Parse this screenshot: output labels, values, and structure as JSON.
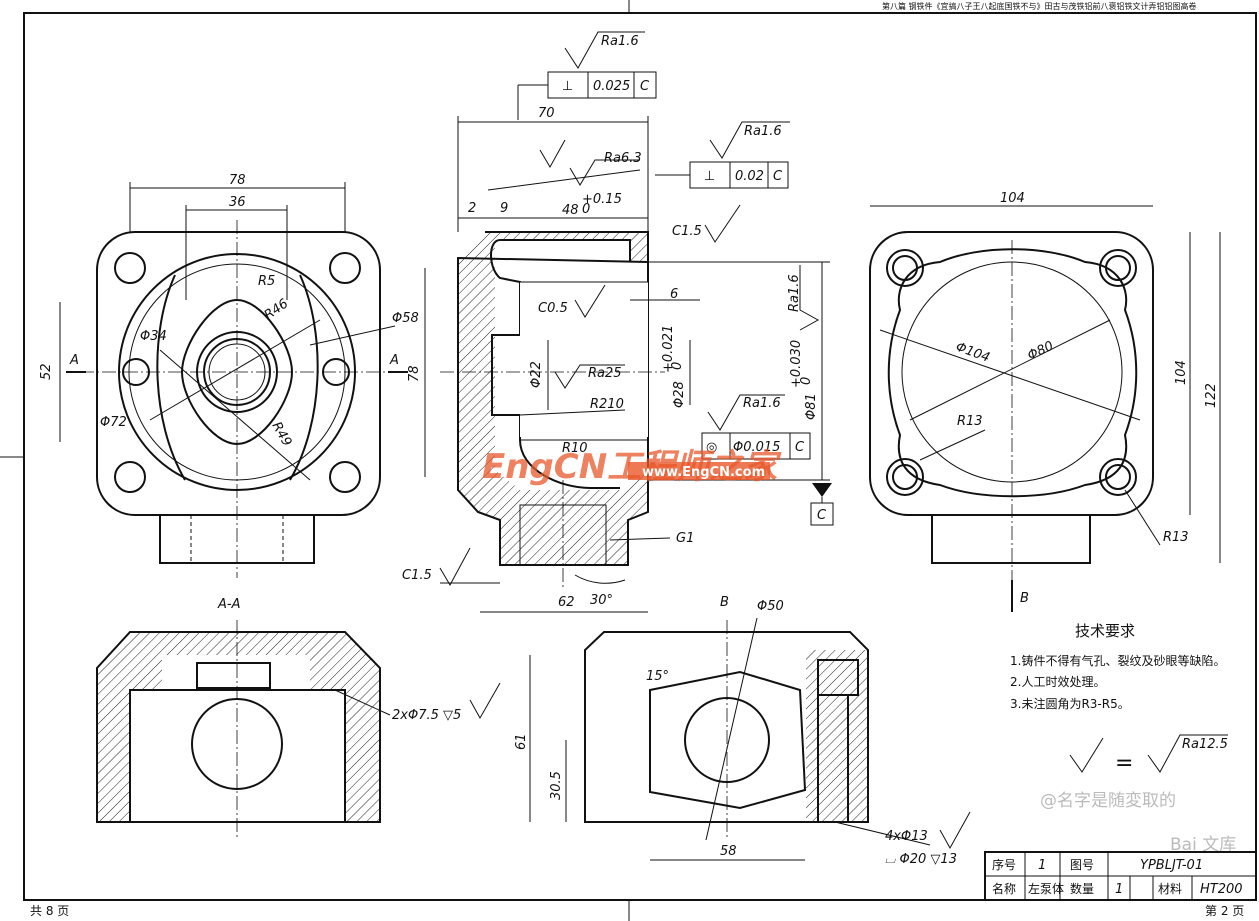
{
  "header_text": "第八篇 钢铁件《宜搞八子王八起底国铁不与》田古与茂铁铝前八褒铝铁文计弄铝铝图高卷",
  "footer": {
    "total_pages": "共 8 页",
    "page": "第 2 页"
  },
  "title_block": {
    "seq_label": "序号",
    "seq_value": "1",
    "drawing_no_label": "图号",
    "drawing_no_value": "YPBLJT-01",
    "name_label": "名称",
    "name_value": "左泵体",
    "qty_label": "数量",
    "qty_value": "1",
    "material_label": "材料",
    "material_value": "HT200"
  },
  "tech_requirements": {
    "title": "技术要求",
    "items": [
      "1.铸件不得有气孔、裂纹及砂眼等缺陷。",
      "2.人工时效处理。",
      "3.未注圆角为R3-R5。"
    ]
  },
  "roughness_note": {
    "equals": "=",
    "value": "Ra12.5"
  },
  "section_labels": {
    "aa": "A-A",
    "a_left": "A",
    "a_right": "A",
    "b_top": "B",
    "b_bottom": "B"
  },
  "front_view_dims": {
    "w78": "78",
    "w36": "36",
    "h52": "52",
    "h78": "78",
    "r5": "R5",
    "r46": "R46",
    "d58": "Φ58",
    "d34": "Φ34",
    "d72": "Φ72",
    "r49": "R49"
  },
  "side_view_dims": {
    "w70": "70",
    "w2": "2",
    "w9": "9",
    "w48": "48",
    "w48_tol_up": "+0.15",
    "w48_tol_low": "0",
    "c15_top": "C1.5",
    "w6": "6",
    "c05": "C0.5",
    "d22": "Φ22",
    "ra25": "Ra25",
    "d28": "Φ28",
    "d28_tol_up": "+0.021",
    "d28_tol_low": "0",
    "r210": "R210",
    "r10": "R10",
    "d81": "Φ81",
    "d81_tol_up": "+0.030",
    "d81_tol_low": "0",
    "ra16_a": "Ra1.6",
    "ra16_b": "Ra1.6",
    "ra16_c": "Ra1.6",
    "ra16_d": "Ra1.6",
    "ra63": "Ra6.3",
    "g1": "G1",
    "c15_bottom": "C1.5",
    "w62": "62",
    "a30": "30°"
  },
  "tolerance_frames": {
    "perp1": {
      "symbol": "⊥",
      "value": "0.025",
      "datum": "C"
    },
    "perp2": {
      "symbol": "⊥",
      "value": "0.02",
      "datum": "C"
    },
    "conc": {
      "symbol": "◎",
      "value": "Φ0.015",
      "datum": "C"
    },
    "datum_c": "C"
  },
  "right_view_dims": {
    "w104": "104",
    "d104": "Φ104",
    "d80": "Φ80",
    "r13_a": "R13",
    "r13_b": "R13",
    "h104": "104",
    "h122": "122"
  },
  "section_aa_dims": {
    "holes": "2xΦ7.5 ▽5"
  },
  "view_b_dims": {
    "d50": "Φ50",
    "a15": "15°",
    "h61": "61",
    "h305": "30.5",
    "w58": "58",
    "holes": "4xΦ13",
    "cbore": "⌴ Φ20 ▽13"
  },
  "watermarks": {
    "engcn_logo": "EngCN工程师之家",
    "engcn_url": "www.EngCN.com",
    "author": "@名字是随変取的",
    "baidu": "Bai 文库"
  }
}
